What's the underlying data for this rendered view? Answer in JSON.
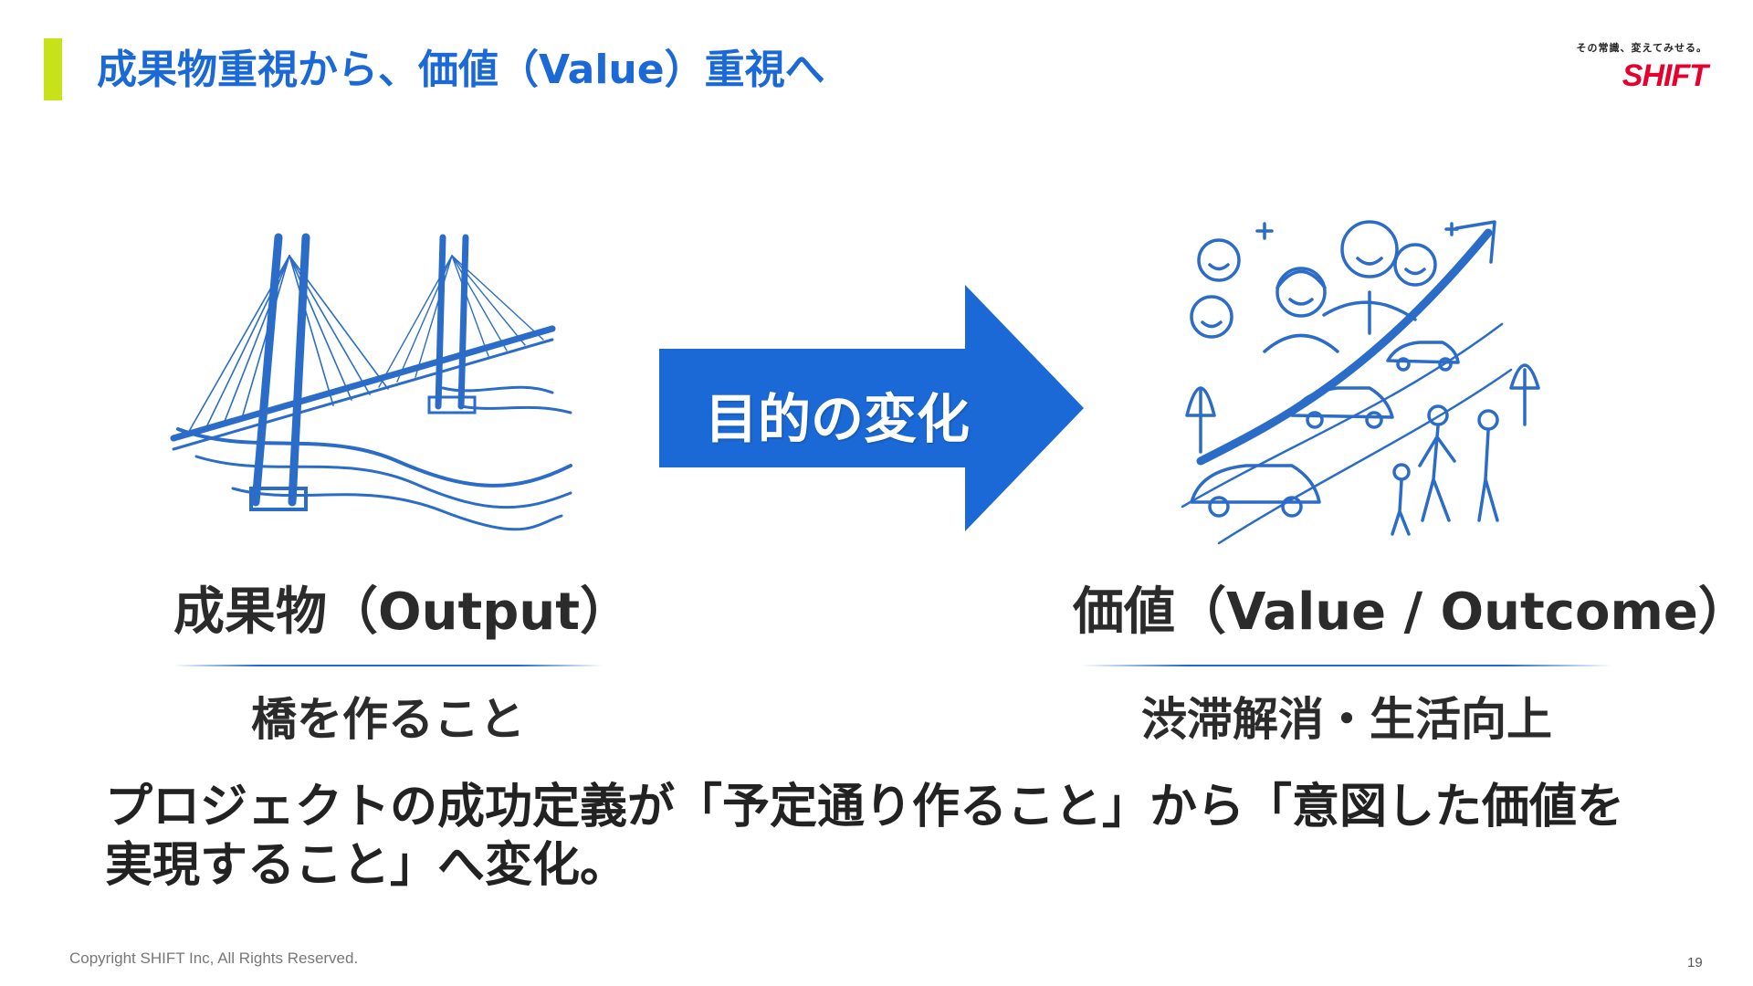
{
  "header": {
    "title": "成果物重視から、価値（Value）重視へ",
    "accent_color": "#c8e21a",
    "title_color": "#1a69d6"
  },
  "logo": {
    "tagline": "その常識、変えてみせる。",
    "name": "SHIFT",
    "color": "#e5002d"
  },
  "illustrations": {
    "left_icon": "cable-stayed-bridge-icon",
    "right_icon": "people-traffic-growth-icon"
  },
  "arrow": {
    "label": "目的の変化",
    "color": "#1a69d6"
  },
  "left": {
    "title": "成果物（Output）",
    "subtitle": "橋を作ること"
  },
  "right": {
    "title": "価値（Value / Outcome）",
    "subtitle": "渋滞解消・生活向上"
  },
  "summary": {
    "line1": "プロジェクトの成功定義が「予定通り作ること」から「意図した価値を",
    "line2": "実現すること」へ変化。"
  },
  "footer": {
    "copyright": "Copyright SHIFT Inc, All Rights Reserved.",
    "page_number": "19"
  }
}
